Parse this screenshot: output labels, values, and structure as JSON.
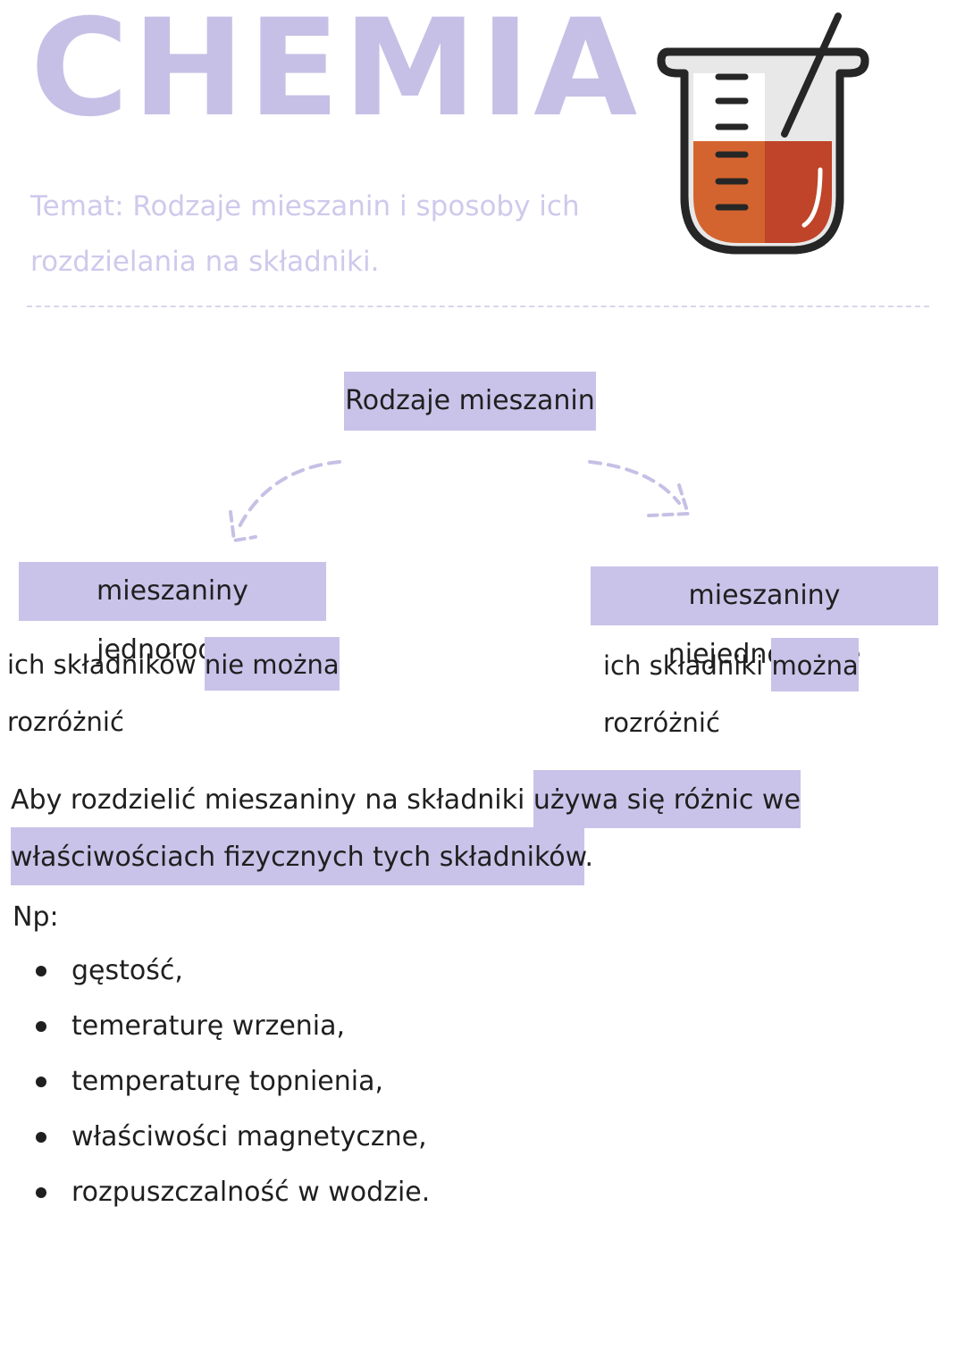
{
  "header": {
    "title": "CHEMIA",
    "topic": "Temat: Rodzaje mieszanin i sposoby ich rozdzielania na składniki."
  },
  "diagram": {
    "root": "Rodzaje mieszanin",
    "left": {
      "label": "mieszaniny jednorodne",
      "desc_pre": "ich składników ",
      "desc_hl": "nie można",
      "desc_post": "rozróżnić"
    },
    "right": {
      "label": "mieszaniny niejednorodne",
      "desc_pre": "ich składniki ",
      "desc_hl": "można",
      "desc_post": "rozróżnić"
    }
  },
  "paragraph": {
    "pre": "Aby rozdzielić mieszaniny na składniki ",
    "hl": "używa się różnic we właściwościach fizycznych tych składników",
    "post": "."
  },
  "examples": {
    "label": "Np:",
    "items": [
      "gęstość,",
      "temeraturę wrzenia,",
      "temperaturę topnienia,",
      "właściwości magnetyczne,",
      "rozpuszczalność w wodzie."
    ]
  },
  "colors": {
    "highlight": "#c9c3e9",
    "title": "#c6c0e6",
    "beaker_liquid": "#d4642f",
    "beaker_liquid_dark": "#bf4429"
  }
}
